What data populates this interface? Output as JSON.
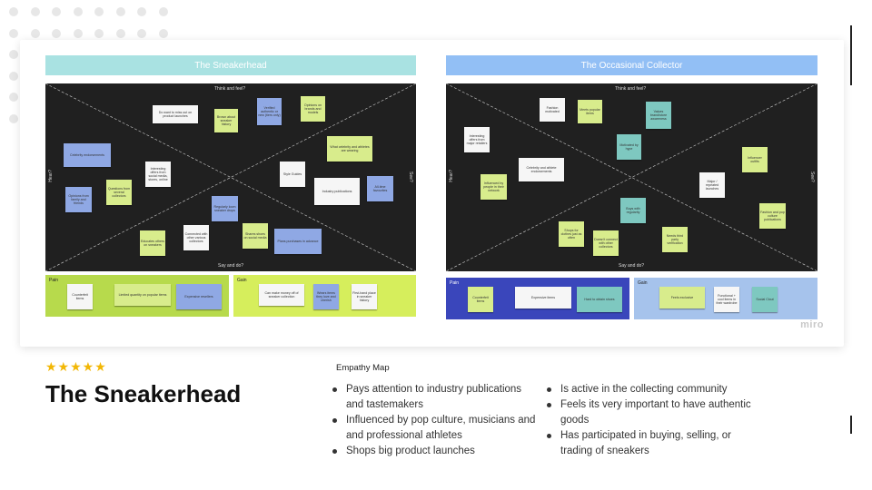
{
  "colors": {
    "sneaker_title": "#a9e2e2",
    "collector_title": "#92bff5",
    "pain_green": "#b7da4c",
    "gain_green": "#d6ee5c",
    "pain_blue": "#3a46bb",
    "gain_blue": "#a6c3ec",
    "star": "#f2b705"
  },
  "sneakerhead": {
    "title": "The Sneakerhead",
    "labels": {
      "top": "Think and feel?",
      "bottom": "Say and do?",
      "left": "Hear?",
      "right": "See?"
    },
    "notes": [
      {
        "text": "Do want to miss out on product launches",
        "c": "w"
      },
      {
        "text": "Brown about sneaker history",
        "c": "y"
      },
      {
        "text": "Verified authentic or new (tiers only)",
        "c": "b"
      },
      {
        "text": "Opinions on brands and models",
        "c": "y"
      },
      {
        "text": "Celebrity endorsements",
        "c": "b"
      },
      {
        "text": "Interesting offers from social media, stores, online",
        "c": "w"
      },
      {
        "text": "What celebrity and athletes are wearing",
        "c": "y"
      },
      {
        "text": "Style Guides",
        "c": "w"
      },
      {
        "text": "Industry publications",
        "c": "w"
      },
      {
        "text": "All-time favourites",
        "c": "b"
      },
      {
        "text": "Opinions from family and friends",
        "c": "b"
      },
      {
        "text": "Questions from several collectors",
        "c": "y"
      },
      {
        "text": "Regularly loom sneaker drops",
        "c": "b"
      },
      {
        "text": "Educates others on sneakers",
        "c": "y"
      },
      {
        "text": "Connected with other various collectors",
        "c": "w"
      },
      {
        "text": "Shares shoes on social media",
        "c": "y"
      },
      {
        "text": "Plans purchases in advance",
        "c": "b"
      }
    ],
    "pain": {
      "label": "Pain",
      "notes": [
        {
          "text": "Counterfeit items",
          "c": "w"
        },
        {
          "text": "Limited quantity on popular items",
          "c": "y"
        },
        {
          "text": "Expensive resellers",
          "c": "b"
        }
      ]
    },
    "gain": {
      "label": "Gain",
      "notes": [
        {
          "text": "Can make money off of sneaker collection",
          "c": "w"
        },
        {
          "text": "Wears items they love and cherish",
          "c": "b"
        },
        {
          "text": "First-hand place in sneaker history",
          "c": "w"
        }
      ]
    }
  },
  "collector": {
    "title": "The Occasional Collector",
    "labels": {
      "top": "Think and feel?",
      "bottom": "Say and do?",
      "left": "Hear?",
      "right": "See?"
    },
    "notes": [
      {
        "text": "Fashion motivated",
        "c": "w"
      },
      {
        "text": "Meets popular items",
        "c": "y"
      },
      {
        "text": "Values brand/store awareness",
        "c": "t"
      },
      {
        "text": "Interesting offers from major retailers",
        "c": "w"
      },
      {
        "text": "Motivated by hype",
        "c": "t"
      },
      {
        "text": "Celebrity and athlete endorsements",
        "c": "w"
      },
      {
        "text": "Influencer outfits",
        "c": "y"
      },
      {
        "text": "Influenced by people in their network",
        "c": "y"
      },
      {
        "text": "Major / repeated launches",
        "c": "w"
      },
      {
        "text": "Buys with regularity",
        "c": "t"
      },
      {
        "text": "Fashion and pop culture publications",
        "c": "y"
      },
      {
        "text": "Shops for clothes just as often",
        "c": "y"
      },
      {
        "text": "Doesn't connect with other collectors",
        "c": "y"
      },
      {
        "text": "Needs third party verification",
        "c": "y"
      }
    ],
    "pain": {
      "label": "Pain",
      "notes": [
        {
          "text": "Counterfeit items",
          "c": "y"
        },
        {
          "text": "Expensive items",
          "c": "w"
        },
        {
          "text": "Hard to obtain shoes",
          "c": "t"
        }
      ]
    },
    "gain": {
      "label": "Gain",
      "notes": [
        {
          "text": "Feels exclusive",
          "c": "y"
        },
        {
          "text": "Functional + cool items in their wardrobe",
          "c": "w"
        },
        {
          "text": "Social Clout",
          "c": "t"
        }
      ]
    }
  },
  "watermark": "miro",
  "stars": "★★★★★",
  "persona_title": "The Sneakerhead",
  "map_label": "Empathy Map",
  "bullets_left": [
    "Pays attention to industry publications and tastemakers",
    "Influenced by pop culture, musicians and and professional athletes",
    "Shops big product launches"
  ],
  "bullets_right": [
    "Is active in the collecting community",
    "Feels its very important to have authentic goods",
    "Has participated in buying, selling, or trading of sneakers"
  ]
}
